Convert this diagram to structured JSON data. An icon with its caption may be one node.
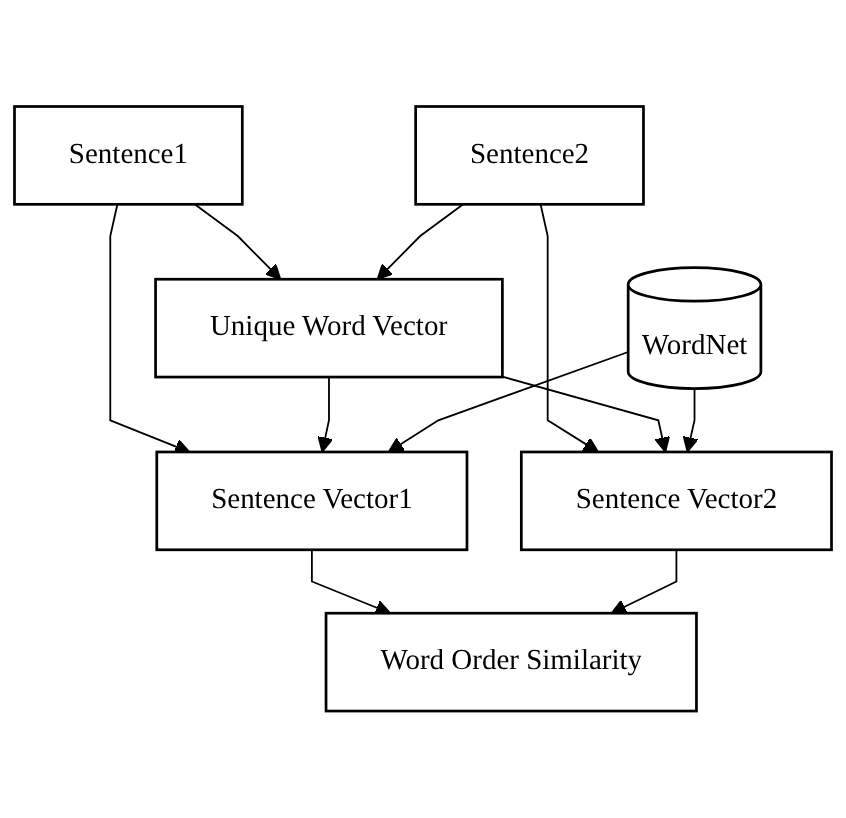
{
  "diagram": {
    "nodes": [
      {
        "text": [
          "Sentence1"
        ]
      },
      {
        "text": [
          "Sentence2"
        ]
      },
      {
        "text": [
          "Unique Word Vector"
        ]
      },
      {
        "text": [
          "Sentence Vector1"
        ]
      },
      {
        "text": [
          "Sentence Vector2"
        ]
      },
      {
        "text": [
          "WordNet"
        ]
      },
      {
        "text": [
          "Word Order Similarity"
        ]
      }
    ],
    "edges": [
      {
        "from": 0,
        "to": 2,
        "arrow": "to"
      },
      {
        "from": 0,
        "to": 3,
        "arrow": "to"
      },
      {
        "from": 1,
        "to": 2,
        "arrow": "to"
      },
      {
        "from": 1,
        "to": 4,
        "arrow": "to"
      },
      {
        "from": 2,
        "to": 3,
        "arrow": "to"
      },
      {
        "from": 2,
        "to": 4,
        "arrow": "to"
      },
      {
        "from": 5,
        "to": 3,
        "arrow": "to"
      },
      {
        "from": 5,
        "to": 4,
        "arrow": "to"
      },
      {
        "from": 3,
        "to": 6,
        "arrow": "to"
      },
      {
        "from": 4,
        "to": 6,
        "arrow": "to"
      }
    ]
  }
}
